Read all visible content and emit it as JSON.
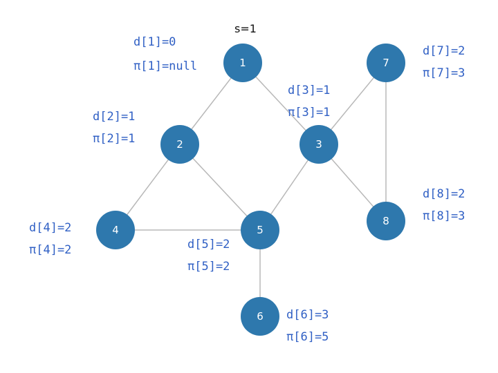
{
  "graph": {
    "title": "s=1",
    "node_color": "#2e78ad",
    "label_color": "#2f5fc4",
    "nodes": [
      {
        "id": "1",
        "d_label": "d[1]=0",
        "pi_label": "π[1]=null"
      },
      {
        "id": "2",
        "d_label": "d[2]=1",
        "pi_label": "π[2]=1"
      },
      {
        "id": "3",
        "d_label": "d[3]=1",
        "pi_label": "π[3]=1"
      },
      {
        "id": "4",
        "d_label": "d[4]=2",
        "pi_label": "π[4]=2"
      },
      {
        "id": "5",
        "d_label": "d[5]=2",
        "pi_label": "π[5]=2"
      },
      {
        "id": "6",
        "d_label": "d[6]=3",
        "pi_label": "π[6]=5"
      },
      {
        "id": "7",
        "d_label": "d[7]=2",
        "pi_label": "π[7]=3"
      },
      {
        "id": "8",
        "d_label": "d[8]=2",
        "pi_label": "π[8]=3"
      }
    ],
    "edges": [
      [
        "1",
        "2"
      ],
      [
        "1",
        "3"
      ],
      [
        "2",
        "4"
      ],
      [
        "2",
        "5"
      ],
      [
        "4",
        "5"
      ],
      [
        "3",
        "5"
      ],
      [
        "3",
        "7"
      ],
      [
        "3",
        "8"
      ],
      [
        "7",
        "8"
      ],
      [
        "5",
        "6"
      ]
    ]
  }
}
